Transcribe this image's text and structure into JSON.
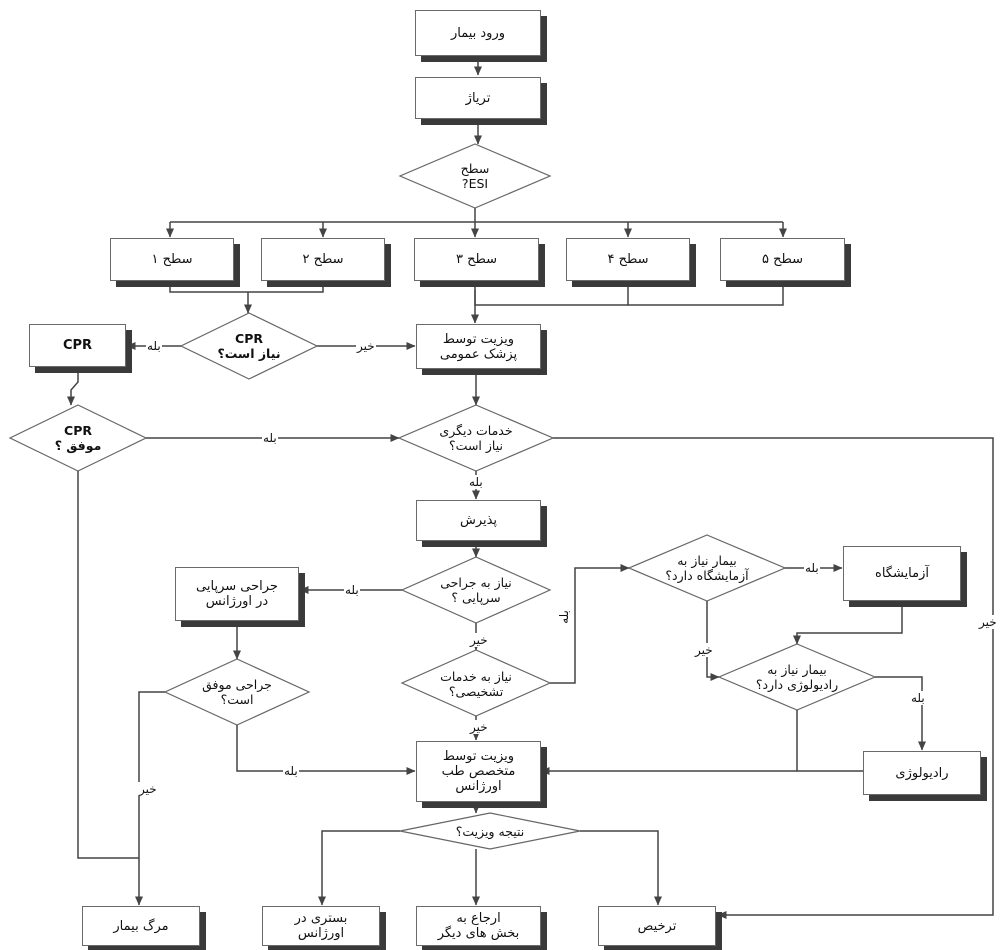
{
  "nodes": {
    "patient_entry": "ورود بیمار",
    "triage": "تریاژ",
    "esi_level": "سطح\nESI?",
    "level1": "سطح ۱",
    "level2": "سطح ۲",
    "level3": "سطح ۳",
    "level4": "سطح ۴",
    "level5": "سطح ۵",
    "cpr_needed": "CPR\nنیاز است؟",
    "cpr": "CPR",
    "gp_visit": "ویزیت توسط\nپزشک عمومی",
    "cpr_success": "CPR\nموفق ؟",
    "other_services": "خدمات دیگری\nنیاز است؟",
    "admission": "پذیرش",
    "outpatient_surgery_q": "نیاز به جراحی\nسرپایی ؟",
    "outpatient_surgery": "جراحی سرپایی\nدر اورژانس",
    "surgery_success": "جراحی موفق\nاست؟",
    "diagnostic_q": "نیاز به خدمات\nتشخیصی؟",
    "lab_q": "بیمار نیاز به\nآزمایشگاه دارد؟",
    "lab": "آزمایشگاه",
    "radiology_q": "بیمار نیاز به\nرادیولوژی دارد؟",
    "radiology": "رادیولوژی",
    "specialist_visit": "ویزیت توسط\nمتخصص طب\nاورژانس",
    "visit_result": "نتیجه ویزیت؟",
    "patient_death": "مرگ بیمار",
    "hospitalization": "بستری در\nاورژانس",
    "referral": "ارجاع به\nبخش های دیگر",
    "discharge": "ترخیص"
  },
  "labels": {
    "yes_cpr": "بله",
    "no_cpr": "خیر",
    "yes_cpr_success": "بله",
    "yes_other_services": "بله",
    "no_other_services": "خیر",
    "yes_surgery": "بله",
    "no_surgery": "خیر",
    "yes_diagnostic": "بله",
    "no_diagnostic": "خیر",
    "yes_lab": "بله",
    "no_lab": "خیر",
    "yes_radiology": "بله",
    "yes_surgery_success": "بله",
    "no_surgery_success": "خیر"
  }
}
